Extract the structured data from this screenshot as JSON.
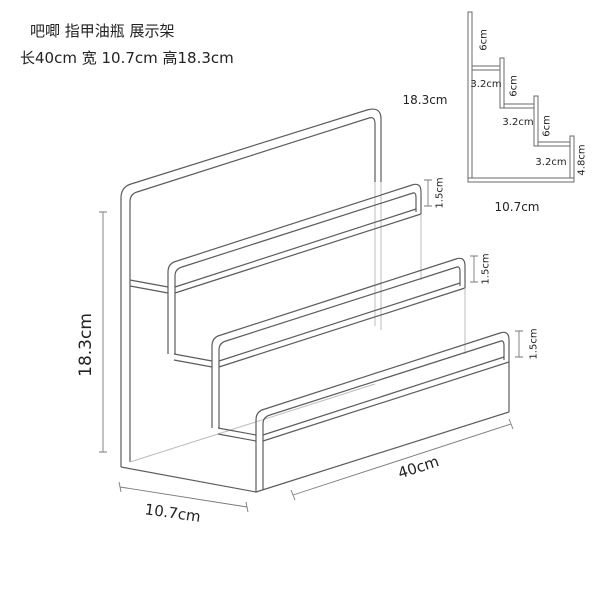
{
  "header": {
    "title": "吧唧 指甲油瓶 展示架",
    "dimensions": "长40cm 宽 10.7cm 高18.3cm"
  },
  "side_view": {
    "height": "18.3cm",
    "width": "10.7cm",
    "step_heights": [
      "6cm",
      "6cm",
      "6cm"
    ],
    "step_depths": [
      "3.2cm",
      "3.2cm",
      "3.2cm"
    ],
    "front_height": "4.8cm"
  },
  "main_view": {
    "height": "18.3cm",
    "depth": "10.7cm",
    "length": "40cm",
    "lip_heights": [
      "1.5cm",
      "1.5cm",
      "1.5cm"
    ]
  }
}
